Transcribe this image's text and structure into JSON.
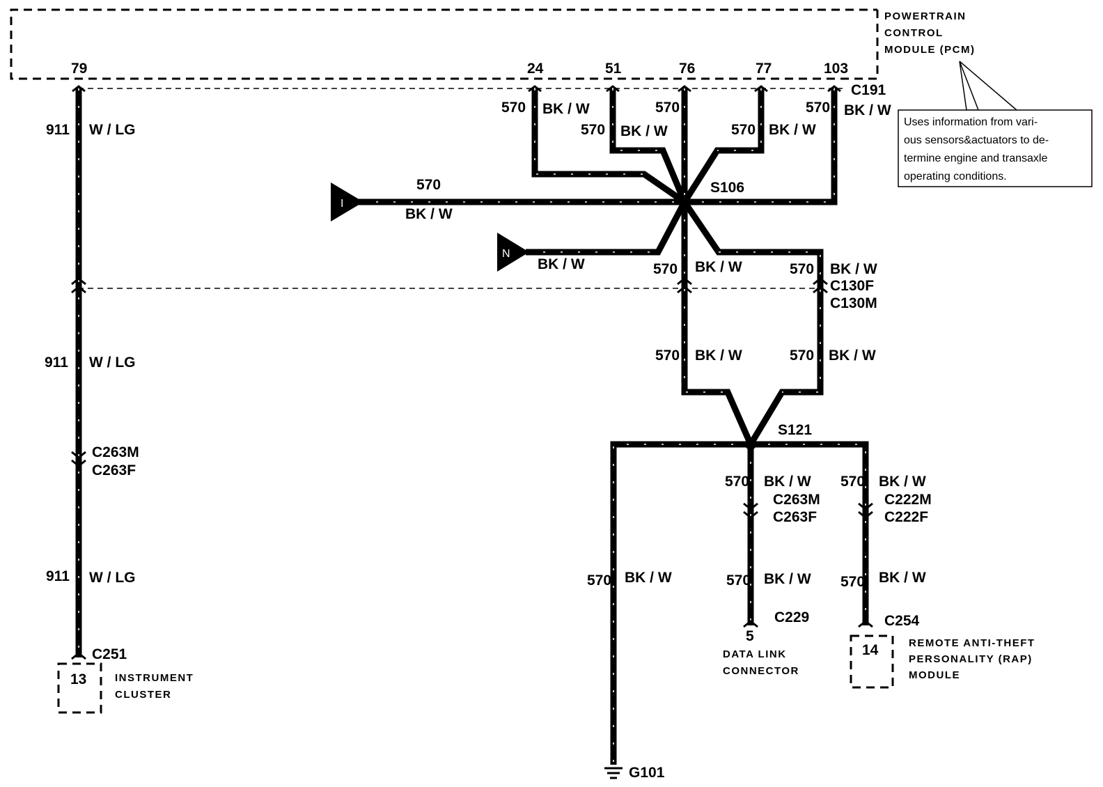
{
  "pcm": {
    "name_lines": [
      "POWERTRAIN",
      "CONTROL",
      "MODULE (PCM)"
    ],
    "pins": [
      "79",
      "24",
      "51",
      "76",
      "77",
      "103"
    ],
    "connector": "C191",
    "note_lines": [
      "Uses information from vari-",
      "ous sensors&actuators to de-",
      "termine engine and transaxle",
      "operating conditions."
    ]
  },
  "wires": {
    "w911": {
      "circuit": "911",
      "color": "W / LG"
    },
    "w570": {
      "circuit": "570",
      "color": "BK / W"
    }
  },
  "splices": [
    "S106",
    "S121"
  ],
  "inline_connectors": {
    "c130f": "C130F",
    "c130m": "C130M",
    "c263m": "C263M",
    "c263f": "C263F",
    "c222m": "C222M",
    "c222f": "C222F",
    "c251": "C251",
    "c229": "C229",
    "c254": "C254"
  },
  "flags": {
    "i": "I",
    "n": "N"
  },
  "components": {
    "instrument_cluster": {
      "pin": "13",
      "name_lines": [
        "INSTRUMENT",
        "CLUSTER"
      ]
    },
    "data_link_connector": {
      "pin": "5",
      "name_lines": [
        "DATA LINK",
        "CONNECTOR"
      ]
    },
    "rap_module": {
      "pin": "14",
      "name_lines": [
        "REMOTE ANTI-THEFT",
        "PERSONALITY (RAP)",
        "MODULE"
      ]
    }
  },
  "ground": "G101"
}
